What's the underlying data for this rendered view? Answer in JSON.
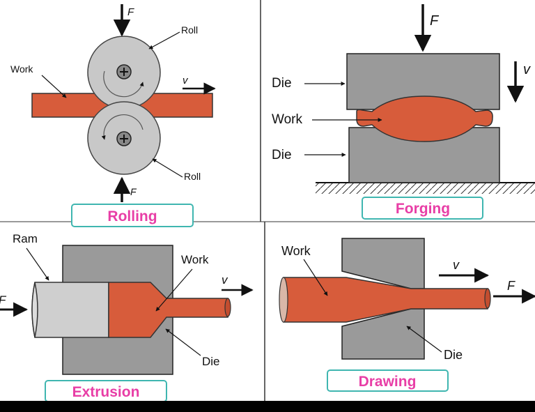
{
  "colors": {
    "work": "#d75c3b",
    "die": "#9a9a9a",
    "roll": "#c8c8c8",
    "ram": "#cfcfcf",
    "caption_text": "#e83ea6",
    "caption_border": "#3fb6b0",
    "bottom_bar": "#000000"
  },
  "rolling": {
    "caption": "Rolling",
    "force_top": "F",
    "force_bottom": "F",
    "roll_top": "Roll",
    "roll_bottom": "Roll",
    "work": "Work",
    "velocity": "v",
    "roll_center_icon": "plus-icon"
  },
  "forging": {
    "caption": "Forging",
    "force": "F",
    "velocity": "v",
    "die_top": "Die",
    "work": "Work",
    "die_bottom": "Die"
  },
  "extrusion": {
    "caption": "Extrusion",
    "ram": "Ram",
    "work": "Work",
    "velocity": "v",
    "force": "F",
    "die": "Die"
  },
  "drawing": {
    "caption": "Drawing",
    "work": "Work",
    "velocity": "v",
    "force": "F",
    "die": "Die"
  }
}
